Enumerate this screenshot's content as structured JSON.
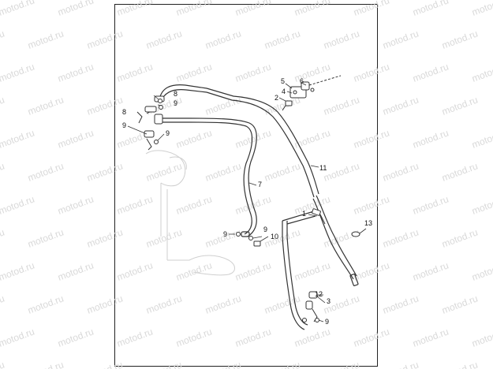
{
  "watermark": "motod.ru",
  "callouts": {
    "c1": "1",
    "c2": "2",
    "c3": "3",
    "c4": "4",
    "c5": "5",
    "c6": "6",
    "c7": "7",
    "c8a": "8",
    "c8b": "8",
    "c9a": "9",
    "c9b": "9",
    "c9c": "9",
    "c9d": "9",
    "c9e": "9",
    "c9f": "9",
    "c10": "10",
    "c11": "11",
    "c12": "12",
    "c13": "13"
  },
  "colors": {
    "line": "#333333",
    "frame": "#222222",
    "watermark": "#d9d9d9",
    "ghost": "#cfcfcf"
  }
}
